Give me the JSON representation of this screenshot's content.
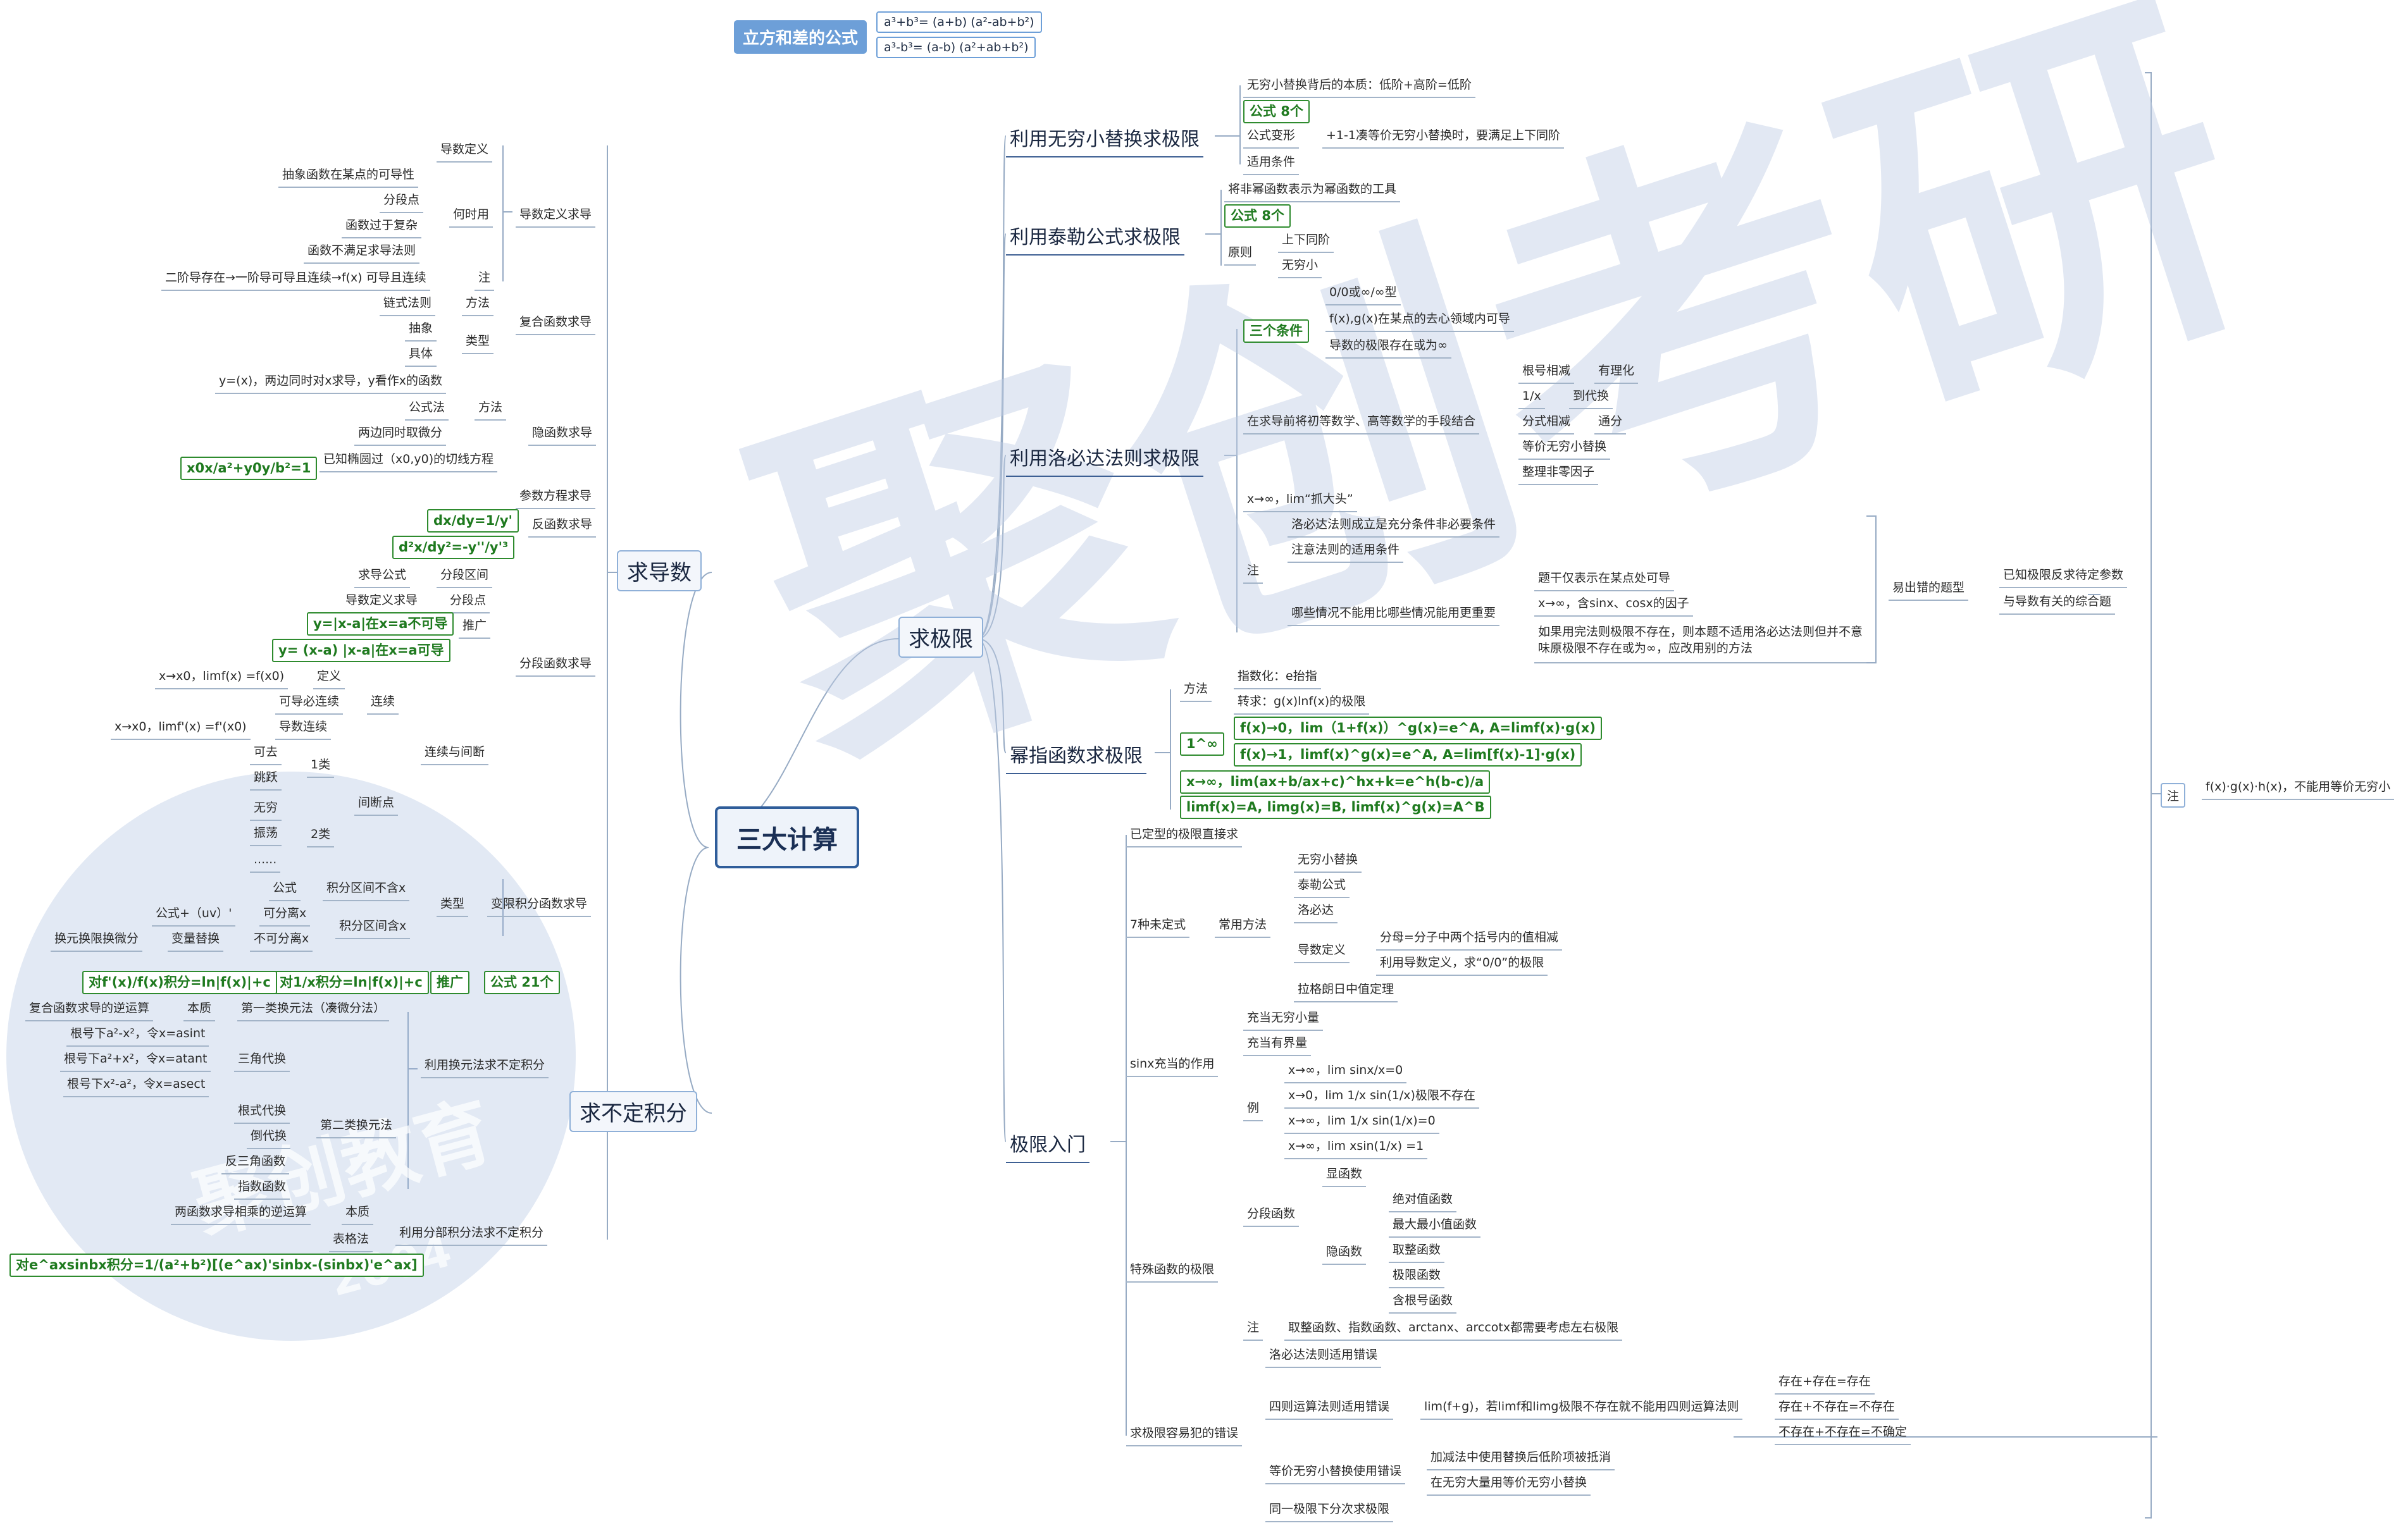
{
  "root": "三大计算",
  "top_formula": {
    "label": "立方和差的公式",
    "items": [
      "a³+b³= (a+b) (a²-ab+b²)",
      "a³-b³= (a-b) (a²+ab+b²)"
    ]
  },
  "watermark": {
    "text": "聚创考研",
    "logo_text": "聚创教育",
    "logo_year": "2004"
  },
  "left": {
    "derivative": {
      "title": "求导数",
      "def": {
        "label": "导数定义求导",
        "items": [
          "导数定义",
          "何时用",
          "抽象函数在某点的可导性",
          "分段点",
          "函数过于复杂",
          "函数不满足求导法则",
          "注",
          "二阶导存在→一阶导可导且连续→f(x) 可导且连续"
        ]
      },
      "composite": {
        "label": "复合函数求导",
        "items": [
          "方法",
          "链式法则",
          "类型",
          "抽象",
          "具体"
        ]
      },
      "implicit": {
        "label": "隐函数求导",
        "items": [
          "y=(x)，两边同时对x求导，y看作x的函数",
          "方法",
          "公式法",
          "两边同时取微分",
          "已知椭圆过（x0,y0)的切线方程",
          "x0x/a²+y0y/b²=1"
        ]
      },
      "param": {
        "label": "参数方程求导"
      },
      "inverse": {
        "label": "反函数求导",
        "items": [
          "dx/dy=1/y'",
          "d²x/dy²=-y''/y'³"
        ]
      },
      "piecewise": {
        "label": "分段函数求导",
        "items": [
          "分段区间",
          "求导公式",
          "分段点",
          "导数定义求导",
          "推广",
          "y=|x-a|在x=a不可导",
          "y= (x-a) |x-a|在x=a可导",
          "连续与间断",
          "连续",
          "定义",
          "x→x0，limf(x) =f(x0)",
          "可导必连续",
          "导数连续",
          "x→x0，limf'(x) =f'(x0)",
          "间断点",
          "1类",
          "可去",
          "跳跃",
          "2类",
          "无穷",
          "振荡",
          "......"
        ]
      }
    },
    "integral": {
      "title": "求不定积分",
      "varpiece": {
        "label": "变限积分函数求导",
        "items": [
          "类型",
          "积分区间不含x",
          "公式",
          "积分区间含x",
          "可分离x",
          "公式+（uv）'",
          "不可分离x",
          "变量替换",
          "换元换限换微分"
        ]
      },
      "formula": {
        "push": "推广",
        "count": "公式 21个",
        "g1": "对1/x积分=ln|f(x)|+c",
        "g2": "对f'(x)/f(x)积分=ln|f(x)|+c"
      },
      "subst": {
        "label": "利用换元法求不定积分",
        "items": [
          "第一类换元法（凑微分法）",
          "本质",
          "复合函数求导的逆运算",
          "第二类换元法",
          "三角代换",
          "根号下a²-x²，令x=asint",
          "根号下a²+x²，令x=atant",
          "根号下x²-a²，令x=asect",
          "根式代换",
          "倒代换",
          "反三角函数",
          "指数函数"
        ]
      },
      "parts": {
        "label": "利用分部积分法求不定积分",
        "items": [
          "本质",
          "两函数求导相乘的逆运算",
          "表格法",
          "对e^axsinbx积分=1/(a²+b²)[(e^ax)'sinbx-(sinbx)'e^ax]"
        ]
      }
    }
  },
  "right": {
    "title": "求极限",
    "equiv": {
      "label": "利用无穷小替换求极限",
      "items": [
        "无穷小替换背后的本质：低阶+高阶=低阶",
        "公式 8个",
        "公式变形",
        "+1-1凑等价无穷小替换时，要满足上下同阶",
        "适用条件"
      ]
    },
    "taylor": {
      "label": "利用泰勒公式求极限",
      "items": [
        "将非幂函数表示为幂函数的工具",
        "公式 8个",
        "原则",
        "上下同阶",
        "无穷小"
      ]
    },
    "lhopital": {
      "label": "利用洛必达法则求极限",
      "items": [
        "三个条件",
        "0/0或∞/∞型",
        "f(x),g(x)在某点的去心领域内可导",
        "导数的极限存在或为∞",
        "在求导前将初等数学、高等数学的手段结合",
        "根号相减",
        "有理化",
        "1/x",
        "到代换",
        "分式相减",
        "通分",
        "等价无穷小替换",
        "整理非零因子",
        "x→∞，lim“抓大头”",
        "注",
        "洛必达法则成立是充分条件非必要条件",
        "注意法则的适用条件",
        "哪些情况不能用比哪些情况能用更重要",
        "题干仅表示在某点处可导",
        "x→∞，含sinx、cosx的因子",
        "如果用完法则极限不存在，则本题不适用洛必达法则但并不意味原极限不存在或为∞，应改用别的方法",
        "易出错的题型",
        "已知极限反求待定参数",
        "与导数有关的综合题"
      ]
    },
    "power": {
      "label": "幂指函数求极限",
      "items": [
        "方法",
        "指数化：e抬指",
        "转求：g(x)lnf(x)的极限",
        "1^∞",
        "f(x)→0，lim（1+f(x)）^g(x)=e^A, A=limf(x)·g(x)",
        "f(x)→1，limf(x)^g(x)=e^A, A=lim[f(x)-1]·g(x)",
        "x→∞，lim(ax+b/ax+c)^hx+k=e^h(b-c)/a",
        "limf(x)=A, limg(x)=B, limf(x)^g(x)=A^B"
      ]
    },
    "intro": {
      "label": "极限入门",
      "items": [
        "已定型的极限直接求",
        "7种未定式",
        "常用方法",
        "无穷小替换",
        "泰勒公式",
        "洛必达",
        "导数定义",
        "分母=分子中两个括号内的值相减",
        "利用导数定义，求“0/0”的极限",
        "拉格朗日中值定理",
        "sinx充当的作用",
        "充当无穷小量",
        "充当有界量",
        "例",
        "x→∞，lim sinx/x=0",
        "x→0，lim 1/x sin(1/x)极限不存在",
        "x→∞，lim 1/x sin(1/x)=0",
        "x→∞，lim xsin(1/x) =1",
        "特殊函数的极限",
        "分段函数",
        "显函数",
        "隐函数",
        "绝对值函数",
        "最大最小值函数",
        "取整函数",
        "极限函数",
        "含根号函数",
        "注",
        "取整函数、指数函数、arctanx、arccotx都需要考虑左右极限",
        "求极限容易犯的错误",
        "洛必达法则适用错误",
        "四则运算法则适用错误",
        "lim(f+g)，若limf和limg极限不存在就不能用四则运算法则",
        "存在+存在=存在",
        "存在+不存在=不存在",
        "不存在+不存在=不确定",
        "等价无穷小替换使用错误",
        "加减法中使用替换后低阶项被抵消",
        "在无穷大量用等价无穷小替换",
        "同一极限下分次求极限"
      ]
    },
    "note": {
      "label": "注",
      "text": "f(x)·g(x)·h(x)，不能用等价无穷小"
    }
  }
}
